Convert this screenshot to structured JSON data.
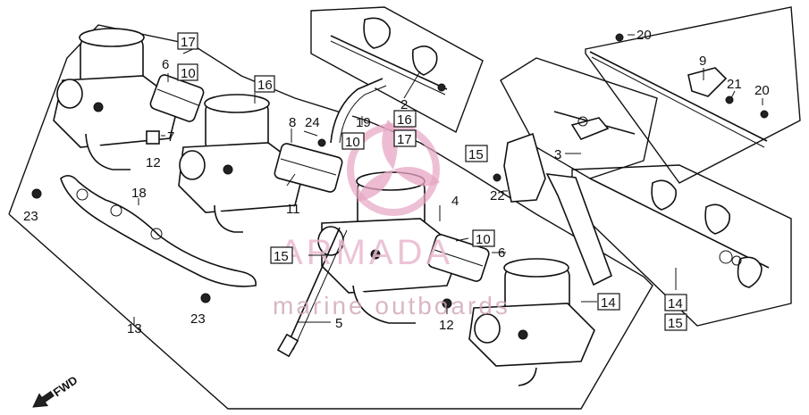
{
  "diagram": {
    "callouts": {
      "c2": "2",
      "c3": "3",
      "c4": "4",
      "c5": "5",
      "c6a": "6",
      "c6b": "6",
      "c7": "7",
      "c8": "8",
      "c9": "9",
      "c11": "11",
      "c12a": "12",
      "c12b": "12",
      "c13": "13",
      "c18": "18",
      "c19": "19",
      "c20a": "20",
      "c20b": "20",
      "c21": "21",
      "c22": "22",
      "c23a": "23",
      "c23b": "23",
      "c24": "24"
    },
    "boxed_callouts": {
      "b17a": "17",
      "b10a": "10",
      "b16a": "16",
      "b16b": "16",
      "b17b": "17",
      "b10b": "10",
      "b15a": "15",
      "b15b": "15",
      "b10c": "10",
      "b14a": "14",
      "b14b": "14",
      "b15c": "15"
    },
    "fwd_label": "FWD"
  },
  "watermark": {
    "brand": "ARMADA",
    "tagline": "marine outboards"
  }
}
